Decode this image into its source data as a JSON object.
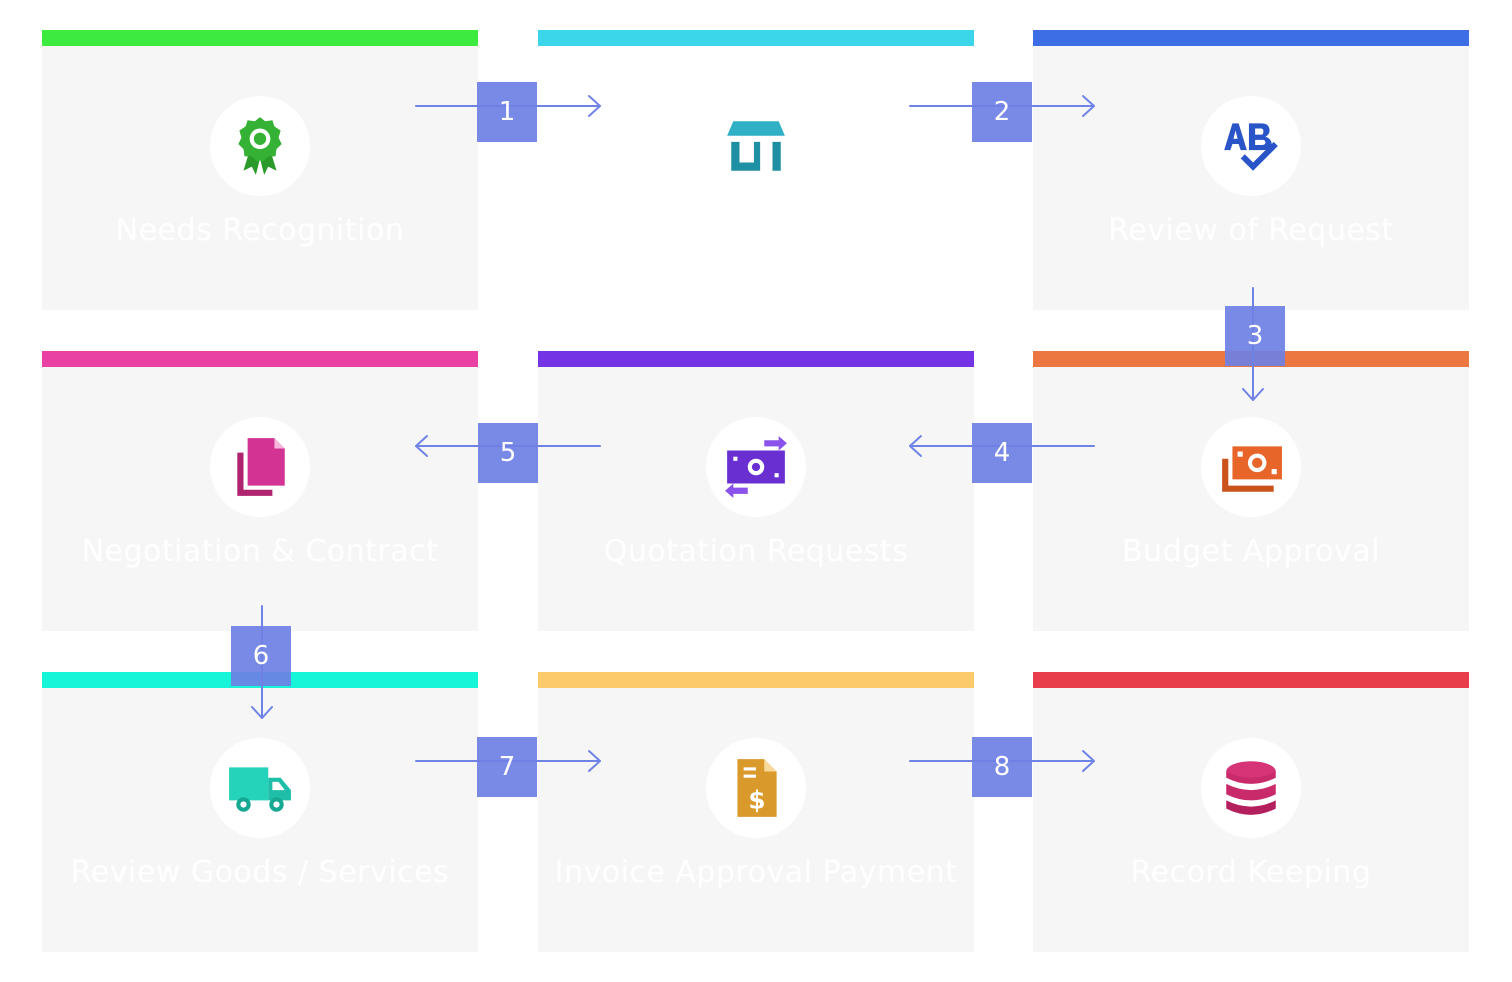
{
  "steps": [
    {
      "label": "Needs Recognition",
      "color": "#3cea40",
      "icon": "award-icon"
    },
    {
      "label": "",
      "color": "#3bd6ea",
      "icon": "store-icon"
    },
    {
      "label": "Review of Request",
      "color": "#3d6ee6",
      "icon": "spellcheck-icon"
    },
    {
      "label": "Budget Approval",
      "color": "#ec7740",
      "icon": "money-icon"
    },
    {
      "label": "Quotation Requests",
      "color": "#7434e6",
      "icon": "money-exchange-icon"
    },
    {
      "label": "Negotiation & Contract",
      "color": "#e940a3",
      "icon": "documents-icon"
    },
    {
      "label": "Review Goods / Services",
      "color": "#17f5d9",
      "icon": "truck-icon"
    },
    {
      "label": "Invoice Approval Payment",
      "color": "#fcca6a",
      "icon": "invoice-dollar-icon"
    },
    {
      "label": "Record Keeping",
      "color": "#e83d4a",
      "icon": "database-icon"
    }
  ],
  "connectors": [
    "1",
    "2",
    "3",
    "4",
    "5",
    "6",
    "7",
    "8"
  ],
  "colors": {
    "arrow": "#6f83e6",
    "badge": "#6e80e4",
    "card_bg": "#f6f6f6"
  }
}
